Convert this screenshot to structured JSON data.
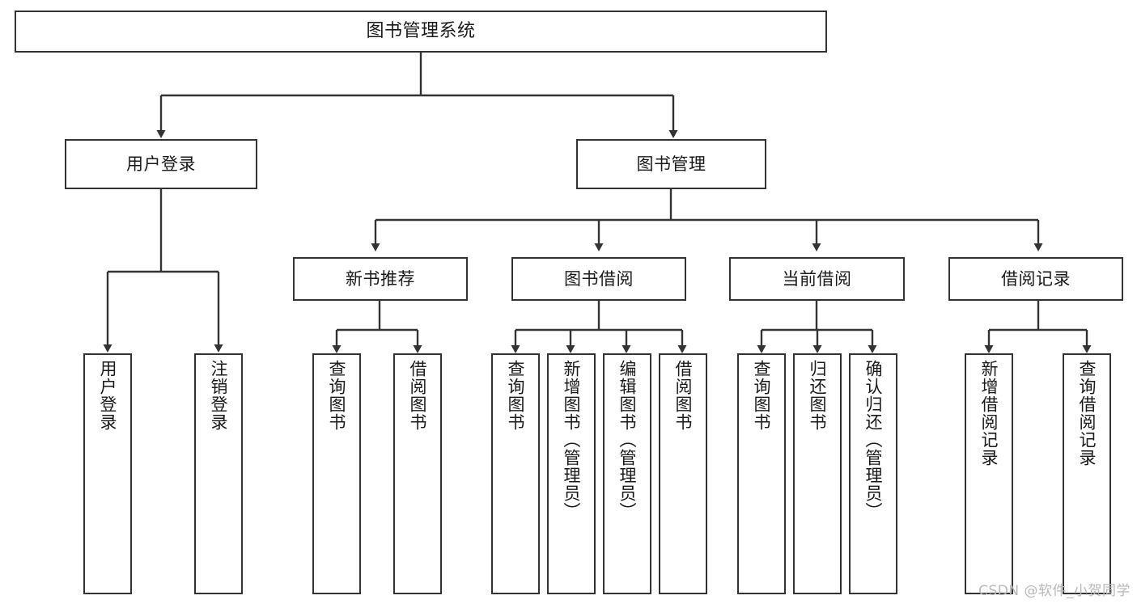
{
  "diagram": {
    "title": "图书管理系统",
    "type": "tree-hierarchy",
    "root": {
      "id": "root",
      "label": "图书管理系统"
    },
    "level1": [
      {
        "id": "user-login",
        "label": "用户登录"
      },
      {
        "id": "book-manage",
        "label": "图书管理"
      }
    ],
    "level2": [
      {
        "id": "new-book-rec",
        "label": "新书推荐",
        "parent": "book-manage"
      },
      {
        "id": "book-borrow",
        "label": "图书借阅",
        "parent": "book-manage"
      },
      {
        "id": "current-borrow",
        "label": "当前借阅",
        "parent": "book-manage"
      },
      {
        "id": "borrow-record",
        "label": "借阅记录",
        "parent": "book-manage"
      }
    ],
    "leaves": {
      "user_login": [
        {
          "id": "leaf-user-login",
          "label": "用户登录"
        },
        {
          "id": "leaf-logout",
          "label": "注销登录"
        }
      ],
      "new_book_rec": [
        {
          "id": "leaf-query-book-1",
          "label": "查询图书"
        },
        {
          "id": "leaf-borrow-book-1",
          "label": "借阅图书"
        }
      ],
      "book_borrow": [
        {
          "id": "leaf-query-book-2",
          "label": "查询图书"
        },
        {
          "id": "leaf-add-book",
          "label": "新增图书（管理员）"
        },
        {
          "id": "leaf-edit-book",
          "label": "编辑图书（管理员）"
        },
        {
          "id": "leaf-borrow-book-2",
          "label": "借阅图书"
        }
      ],
      "current_borrow": [
        {
          "id": "leaf-query-book-3",
          "label": "查询图书"
        },
        {
          "id": "leaf-return-book",
          "label": "归还图书"
        },
        {
          "id": "leaf-confirm-return",
          "label": "确认归还（管理员）"
        }
      ],
      "borrow_record": [
        {
          "id": "leaf-add-record",
          "label": "新增借阅记录"
        },
        {
          "id": "leaf-query-record",
          "label": "查询借阅记录"
        }
      ]
    }
  },
  "watermark": {
    "text": "CSDN @软件_小贺同学"
  },
  "colors": {
    "stroke": "#333333",
    "fill": "#ffffff",
    "text": "#1a1a1a",
    "watermark": "#b9b9b9"
  }
}
